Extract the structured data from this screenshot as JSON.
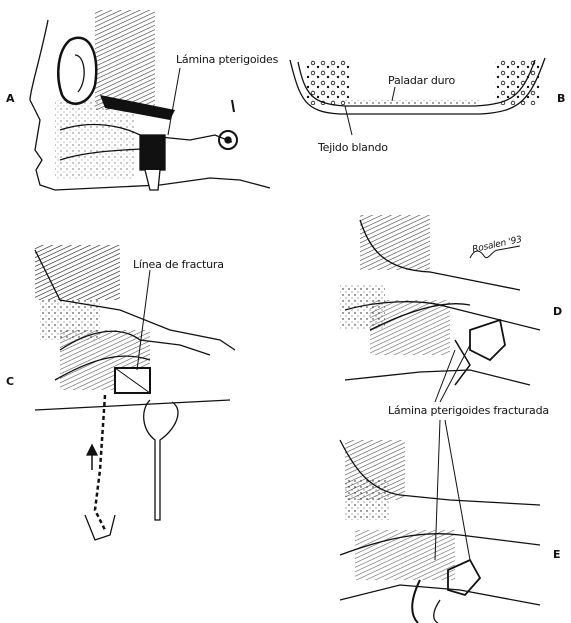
{
  "panels": {
    "a": {
      "letter": "A",
      "label": "Lámina pterigoides"
    },
    "b": {
      "letter": "B",
      "label_top": "Paladar duro",
      "label_bottom": "Tejido blando"
    },
    "c": {
      "letter": "C",
      "label": "Línea de fractura"
    },
    "d": {
      "letter": "D"
    },
    "e": {
      "letter": "E"
    },
    "shared_label": "Lámina pterigoides fracturada",
    "signature": "Rosalen '93"
  },
  "colors": {
    "ink": "#111111",
    "paper": "#ffffff"
  }
}
